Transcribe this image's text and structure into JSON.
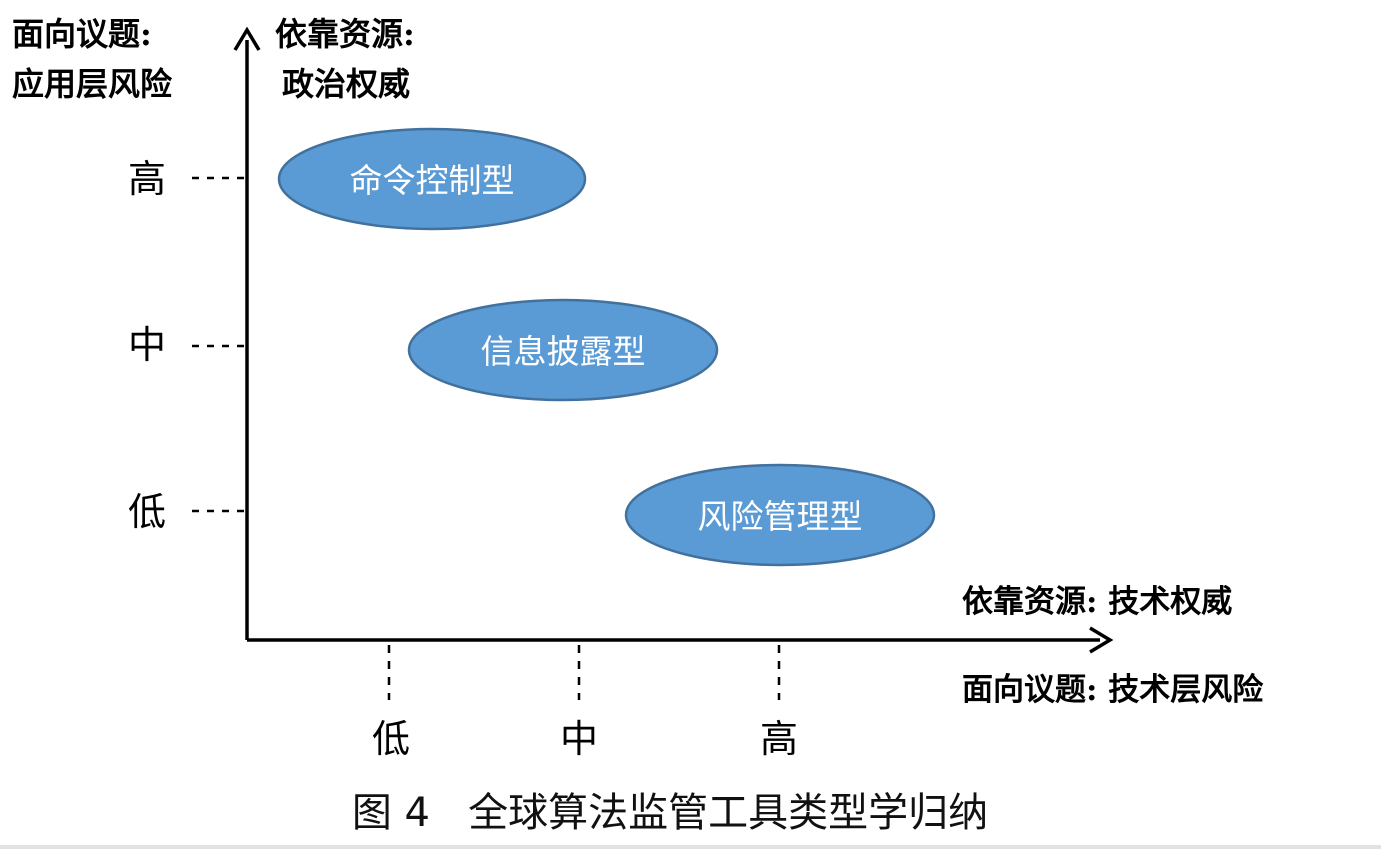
{
  "y_axis": {
    "label_topic_line1": "面向议题:",
    "label_topic_line2": "应用层风险",
    "label_resource_line1": "依靠资源:",
    "label_resource_line2": "政治权威",
    "ticks": [
      "高",
      "中",
      "低"
    ]
  },
  "x_axis": {
    "label_resource": "依靠资源: 技术权威",
    "label_topic": "面向议题: 技术层风险",
    "ticks": [
      "低",
      "中",
      "高"
    ]
  },
  "types": [
    {
      "label": "命令控制型",
      "x_level": "低",
      "y_level": "高"
    },
    {
      "label": "信息披露型",
      "x_level": "中",
      "y_level": "中"
    },
    {
      "label": "风险管理型",
      "x_level": "高",
      "y_level": "低"
    }
  ],
  "caption": "图 4   全球算法监管工具类型学归纳",
  "colors": {
    "ellipse_fill": "#5b9bd5",
    "ellipse_stroke": "#41719c",
    "ellipse_text": "#ffffff",
    "axis": "#000000",
    "text": "#000000"
  }
}
